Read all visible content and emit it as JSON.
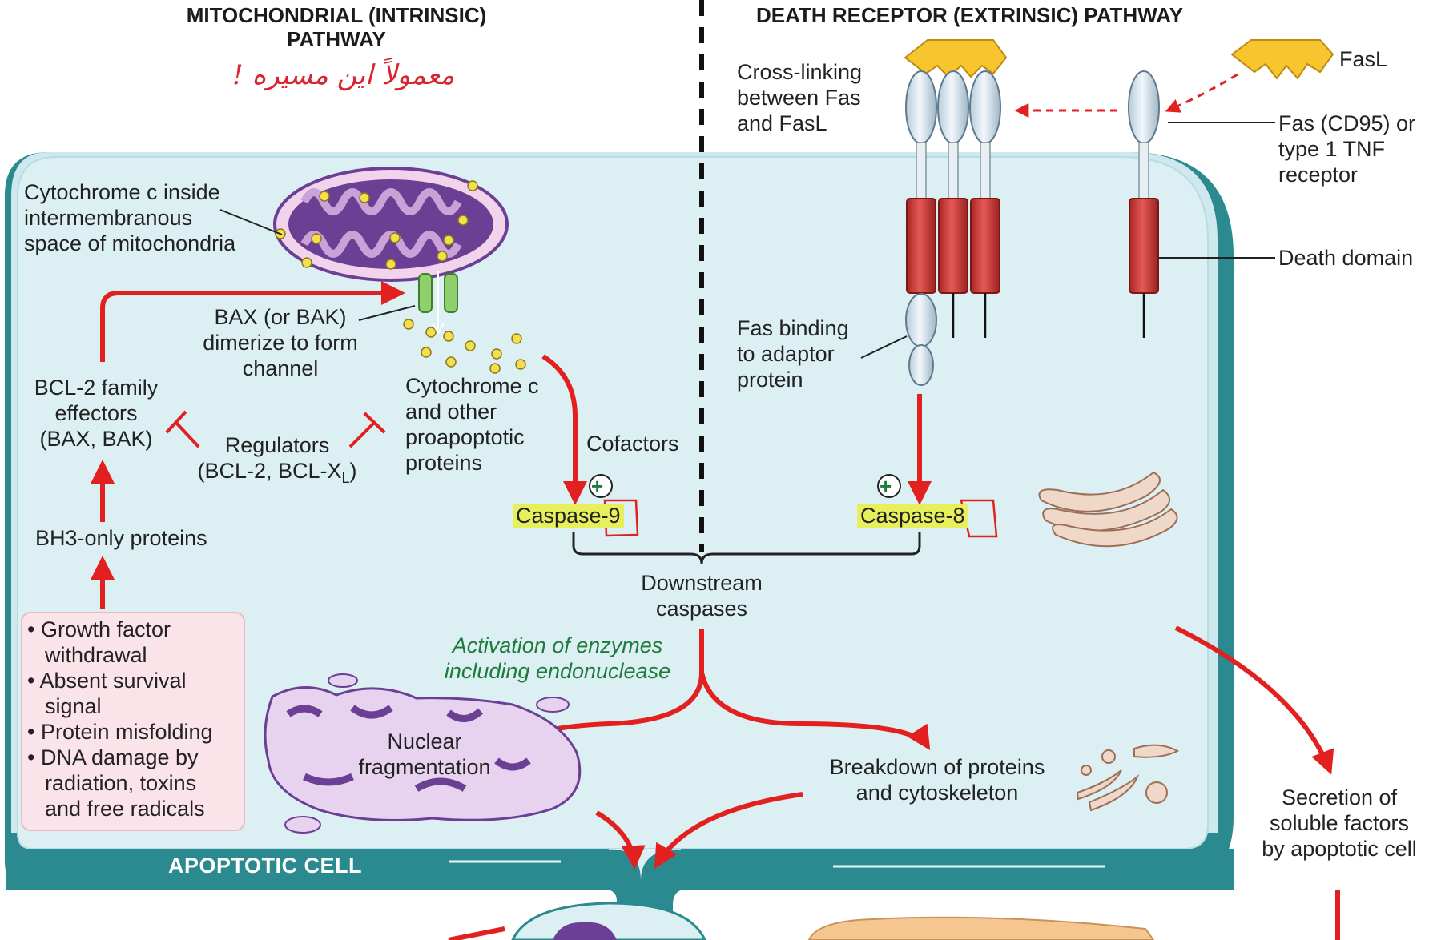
{
  "headers": {
    "intrinsic_line1": "MITOCHONDRIAL (INTRINSIC)",
    "intrinsic_line2": "PATHWAY",
    "extrinsic": "DEATH RECEPTOR (EXTRINSIC) PATHWAY"
  },
  "handwritten_note": "معمولاً این مسیره !",
  "intrinsic": {
    "cytochrome_inside": [
      "Cytochrome c inside",
      "intermembranous",
      "space of mitochondria"
    ],
    "bax_channel": [
      "BAX (or BAK)",
      "dimerize to form",
      "channel"
    ],
    "bcl2_effectors": [
      "BCL-2 family",
      "effectors",
      "(BAX, BAK)"
    ],
    "regulators_line1": "Regulators",
    "regulators_line2_prefix": "(BCL-2, BCL-X",
    "regulators_sub": "L",
    "regulators_line2_suffix": ")",
    "cytochrome_released": [
      "Cytochrome c",
      "and other",
      "proapoptotic",
      "proteins"
    ],
    "cofactors": "Cofactors",
    "caspase9": "Caspase-9",
    "bh3": "BH3-only proteins",
    "triggers": [
      "• Growth factor",
      "  withdrawal",
      "• Absent survival",
      "  signal",
      "• Protein misfolding",
      "• DNA damage by",
      "  radiation, toxins",
      "  and free radicals"
    ]
  },
  "extrinsic": {
    "crosslinking": [
      "Cross-linking",
      "between Fas",
      "and FasL"
    ],
    "fasl": "FasL",
    "fas_receptor": [
      "Fas (CD95) or",
      "type 1 TNF",
      "receptor"
    ],
    "death_domain": "Death domain",
    "fas_binding": [
      "Fas binding",
      "to adaptor",
      "protein"
    ],
    "caspase8": "Caspase-8"
  },
  "downstream": {
    "caspases": [
      "Downstream",
      "caspases"
    ],
    "activation": [
      "Activation of enzymes",
      "including endonuclease"
    ],
    "nuclear": [
      "Nuclear",
      "fragmentation"
    ],
    "breakdown": [
      "Breakdown of proteins",
      "and cytoskeleton"
    ],
    "secretion": [
      "Secretion of",
      "soluble factors",
      "by apoptotic cell"
    ]
  },
  "cell_label": "APOPTOTIC CELL",
  "plus_sign": "+",
  "colors": {
    "cell_fill": "#dcf0f3",
    "membrane": "#2a8a8f",
    "arrow_red": "#e2201f",
    "highlight": "#e7f05a",
    "receptor_red": "#cf3a3a",
    "mito_purple": "#6b3f93"
  }
}
